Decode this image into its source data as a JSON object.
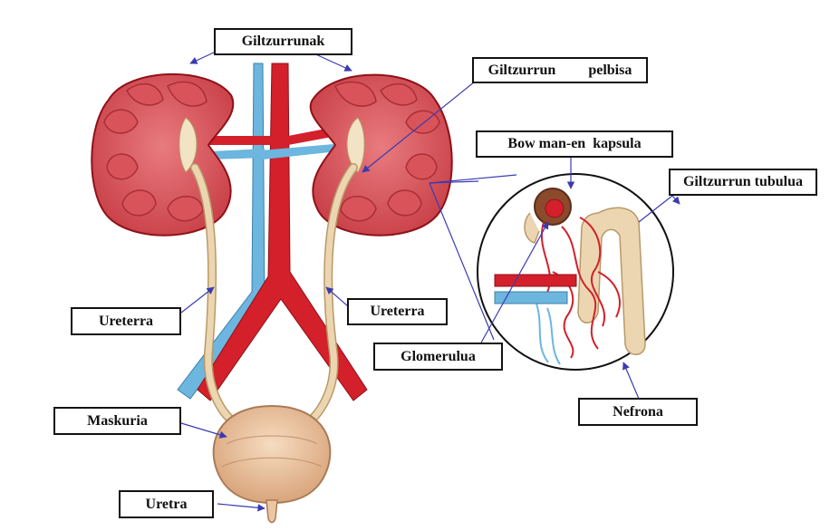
{
  "labels": {
    "kidneys": "Giltzurrunak",
    "renal_pelvis": "Giltzurrun         pelbisa",
    "bowman_capsule": "Bow man-en  kapsula",
    "renal_tubule": "Giltzurrun tubulua",
    "ureter_left": "Ureterra",
    "ureter_right": "Ureterra",
    "glomerulus": "Glomerulua",
    "bladder": "Maskuria",
    "nephron": "Nefrona",
    "urethra": "Uretra"
  },
  "colors": {
    "kidney": "#d9545a",
    "kidney_dark": "#a92e36",
    "artery": "#d3202b",
    "vein": "#6cb6df",
    "ureter": "#ecd6b1",
    "bladder": "#edc7a3",
    "arrow": "#3b3bb0",
    "outline": "#111111"
  }
}
